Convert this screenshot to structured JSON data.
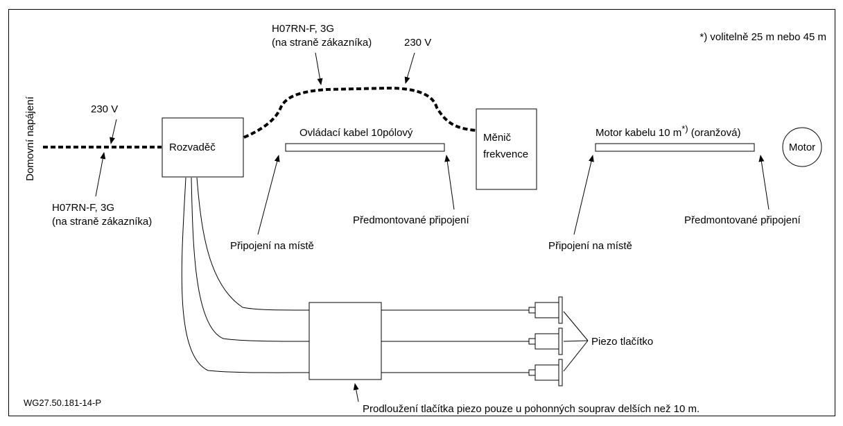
{
  "labels": {
    "house_supply": "Domovní napájení",
    "voltage_left": "230 V",
    "cable_left_line1": "H07RN-F, 3G",
    "cable_left_line2": "(na straně zákazníka)",
    "cable_top_line1": "H07RN-F, 3G",
    "cable_top_line2": "(na straně zákazníka)",
    "voltage_top": "230 V",
    "note": "*) volitelně 25 m nebo 45 m",
    "switchboard": "Rozvaděč",
    "control_cable": "Ovládací kabel 10pólový",
    "inverter_line1": "Měnič",
    "inverter_line2": "frekvence",
    "motor_cable_main": "Motor kabelu 10 m",
    "motor_cable_sup": "*)",
    "motor_cable_tail": " (oranžová)",
    "motor": "Motor",
    "onsite_left": "Připojení na místě",
    "premounted_left": "Předmontované připojení",
    "onsite_right": "Připojení na místě",
    "premounted_right": "Předmontované připojení",
    "piezo": "Piezo tlačítko",
    "extension_note": "Prodloužení tlačítka piezo pouze u pohonných souprav delších než 10 m.",
    "figure_code": "WG27.50.181-14-P"
  }
}
